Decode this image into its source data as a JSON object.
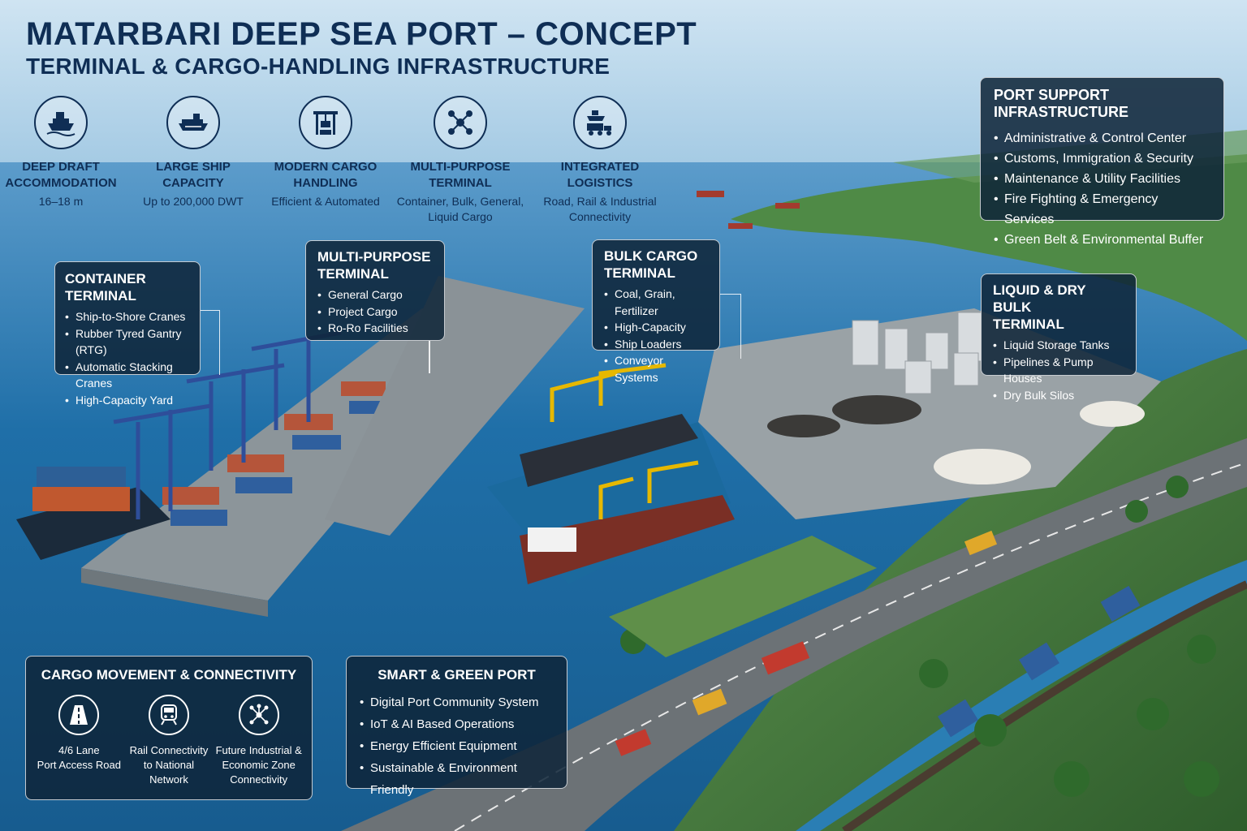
{
  "header": {
    "title": "MATARBARI DEEP SEA PORT – CONCEPT",
    "subtitle": "TERMINAL & CARGO-HANDLING INFRASTRUCTURE"
  },
  "features": [
    {
      "icon": "ship-icon",
      "title": "DEEP DRAFT",
      "title2": "ACCOMMODATION",
      "desc": "16–18 m",
      "desc2": ""
    },
    {
      "icon": "large-ship-icon",
      "title": "LARGE SHIP",
      "title2": "CAPACITY",
      "desc": "Up to 200,000 DWT",
      "desc2": ""
    },
    {
      "icon": "crane-icon",
      "title": "MODERN CARGO",
      "title2": "HANDLING",
      "desc": "Efficient & Automated",
      "desc2": ""
    },
    {
      "icon": "network-icon",
      "title": "MULTI-PURPOSE",
      "title2": "TERMINAL",
      "desc": "Container, Bulk, General,",
      "desc2": "Liquid Cargo"
    },
    {
      "icon": "logistics-icon",
      "title": "INTEGRATED",
      "title2": "LOGISTICS",
      "desc": "Road, Rail & Industrial",
      "desc2": "Connectivity"
    }
  ],
  "container_terminal": {
    "title": "CONTAINER",
    "title2": "TERMINAL",
    "items": [
      "Ship-to-Shore Cranes",
      "Rubber Tyred Gantry (RTG)",
      "Automatic Stacking Cranes",
      "High-Capacity Yard"
    ]
  },
  "multi_purpose_terminal": {
    "title": "MULTI-PURPOSE",
    "title2": "TERMINAL",
    "items": [
      "General Cargo",
      "Project Cargo",
      "Ro-Ro Facilities"
    ]
  },
  "bulk_cargo_terminal": {
    "title": "BULK CARGO",
    "title2": "TERMINAL",
    "items": [
      "Coal, Grain, Fertilizer",
      "High-Capacity",
      "Ship Loaders",
      "Conveyor Systems"
    ]
  },
  "port_support": {
    "title": "PORT SUPPORT INFRASTRUCTURE",
    "items": [
      "Administrative & Control Center",
      "Customs, Immigration & Security",
      "Maintenance & Utility Facilities",
      "Fire Fighting & Emergency Services",
      "Green Belt & Environmental Buffer"
    ]
  },
  "liquid_dry_bulk": {
    "title": "LIQUID & DRY BULK",
    "title2": "TERMINAL",
    "items": [
      "Liquid Storage Tanks",
      "Pipelines & Pump Houses",
      "Dry Bulk Silos"
    ]
  },
  "cargo_movement": {
    "title": "CARGO MOVEMENT & CONNECTIVITY",
    "items": [
      {
        "icon": "road-icon",
        "line1": "4/6 Lane",
        "line2": "Port Access Road",
        "line3": ""
      },
      {
        "icon": "train-icon",
        "line1": "Rail Connectivity",
        "line2": "to National Network",
        "line3": ""
      },
      {
        "icon": "network-icon",
        "line1": "Future Industrial &",
        "line2": "Economic Zone",
        "line3": "Connectivity"
      }
    ]
  },
  "smart_green": {
    "title": "SMART & GREEN PORT",
    "items": [
      "Digital Port Community System",
      "IoT & AI Based Operations",
      "Energy Efficient Equipment",
      "Sustainable & Environment Friendly"
    ]
  },
  "colors": {
    "title": "#0f2e55",
    "panel_bg": "#0e2438",
    "sea": "#1f6fa8",
    "land": "#3f7a3a"
  }
}
